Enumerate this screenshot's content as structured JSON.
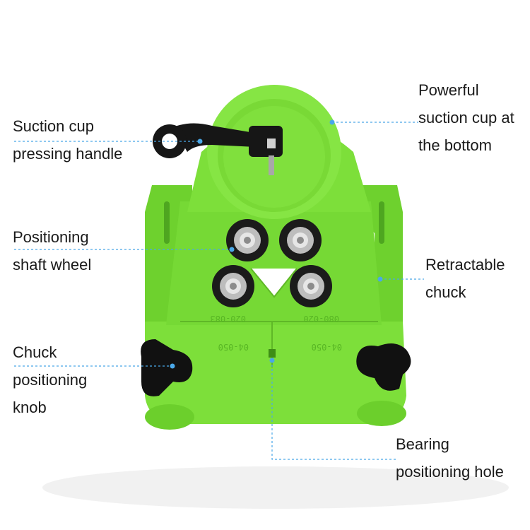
{
  "labels": {
    "suction_handle": [
      "Suction cup",
      "pressing handle"
    ],
    "suction_cup": [
      "Powerful",
      "suction cup at",
      "the bottom"
    ],
    "shaft_wheel": [
      "Positioning",
      "shaft wheel"
    ],
    "retractable_chuck": [
      "Retractable",
      "chuck"
    ],
    "chuck_knob": [
      "Chuck",
      "positioning",
      "knob"
    ],
    "bearing_hole": [
      "Bearing",
      "positioning hole"
    ]
  },
  "mold_markings": [
    "020-083",
    "080-020",
    "04-050",
    "04-050"
  ],
  "colors": {
    "product_green": "#7ddf3a",
    "leader_line": "#4aa8e8",
    "text": "#1a1a1a",
    "background": "#ffffff"
  }
}
